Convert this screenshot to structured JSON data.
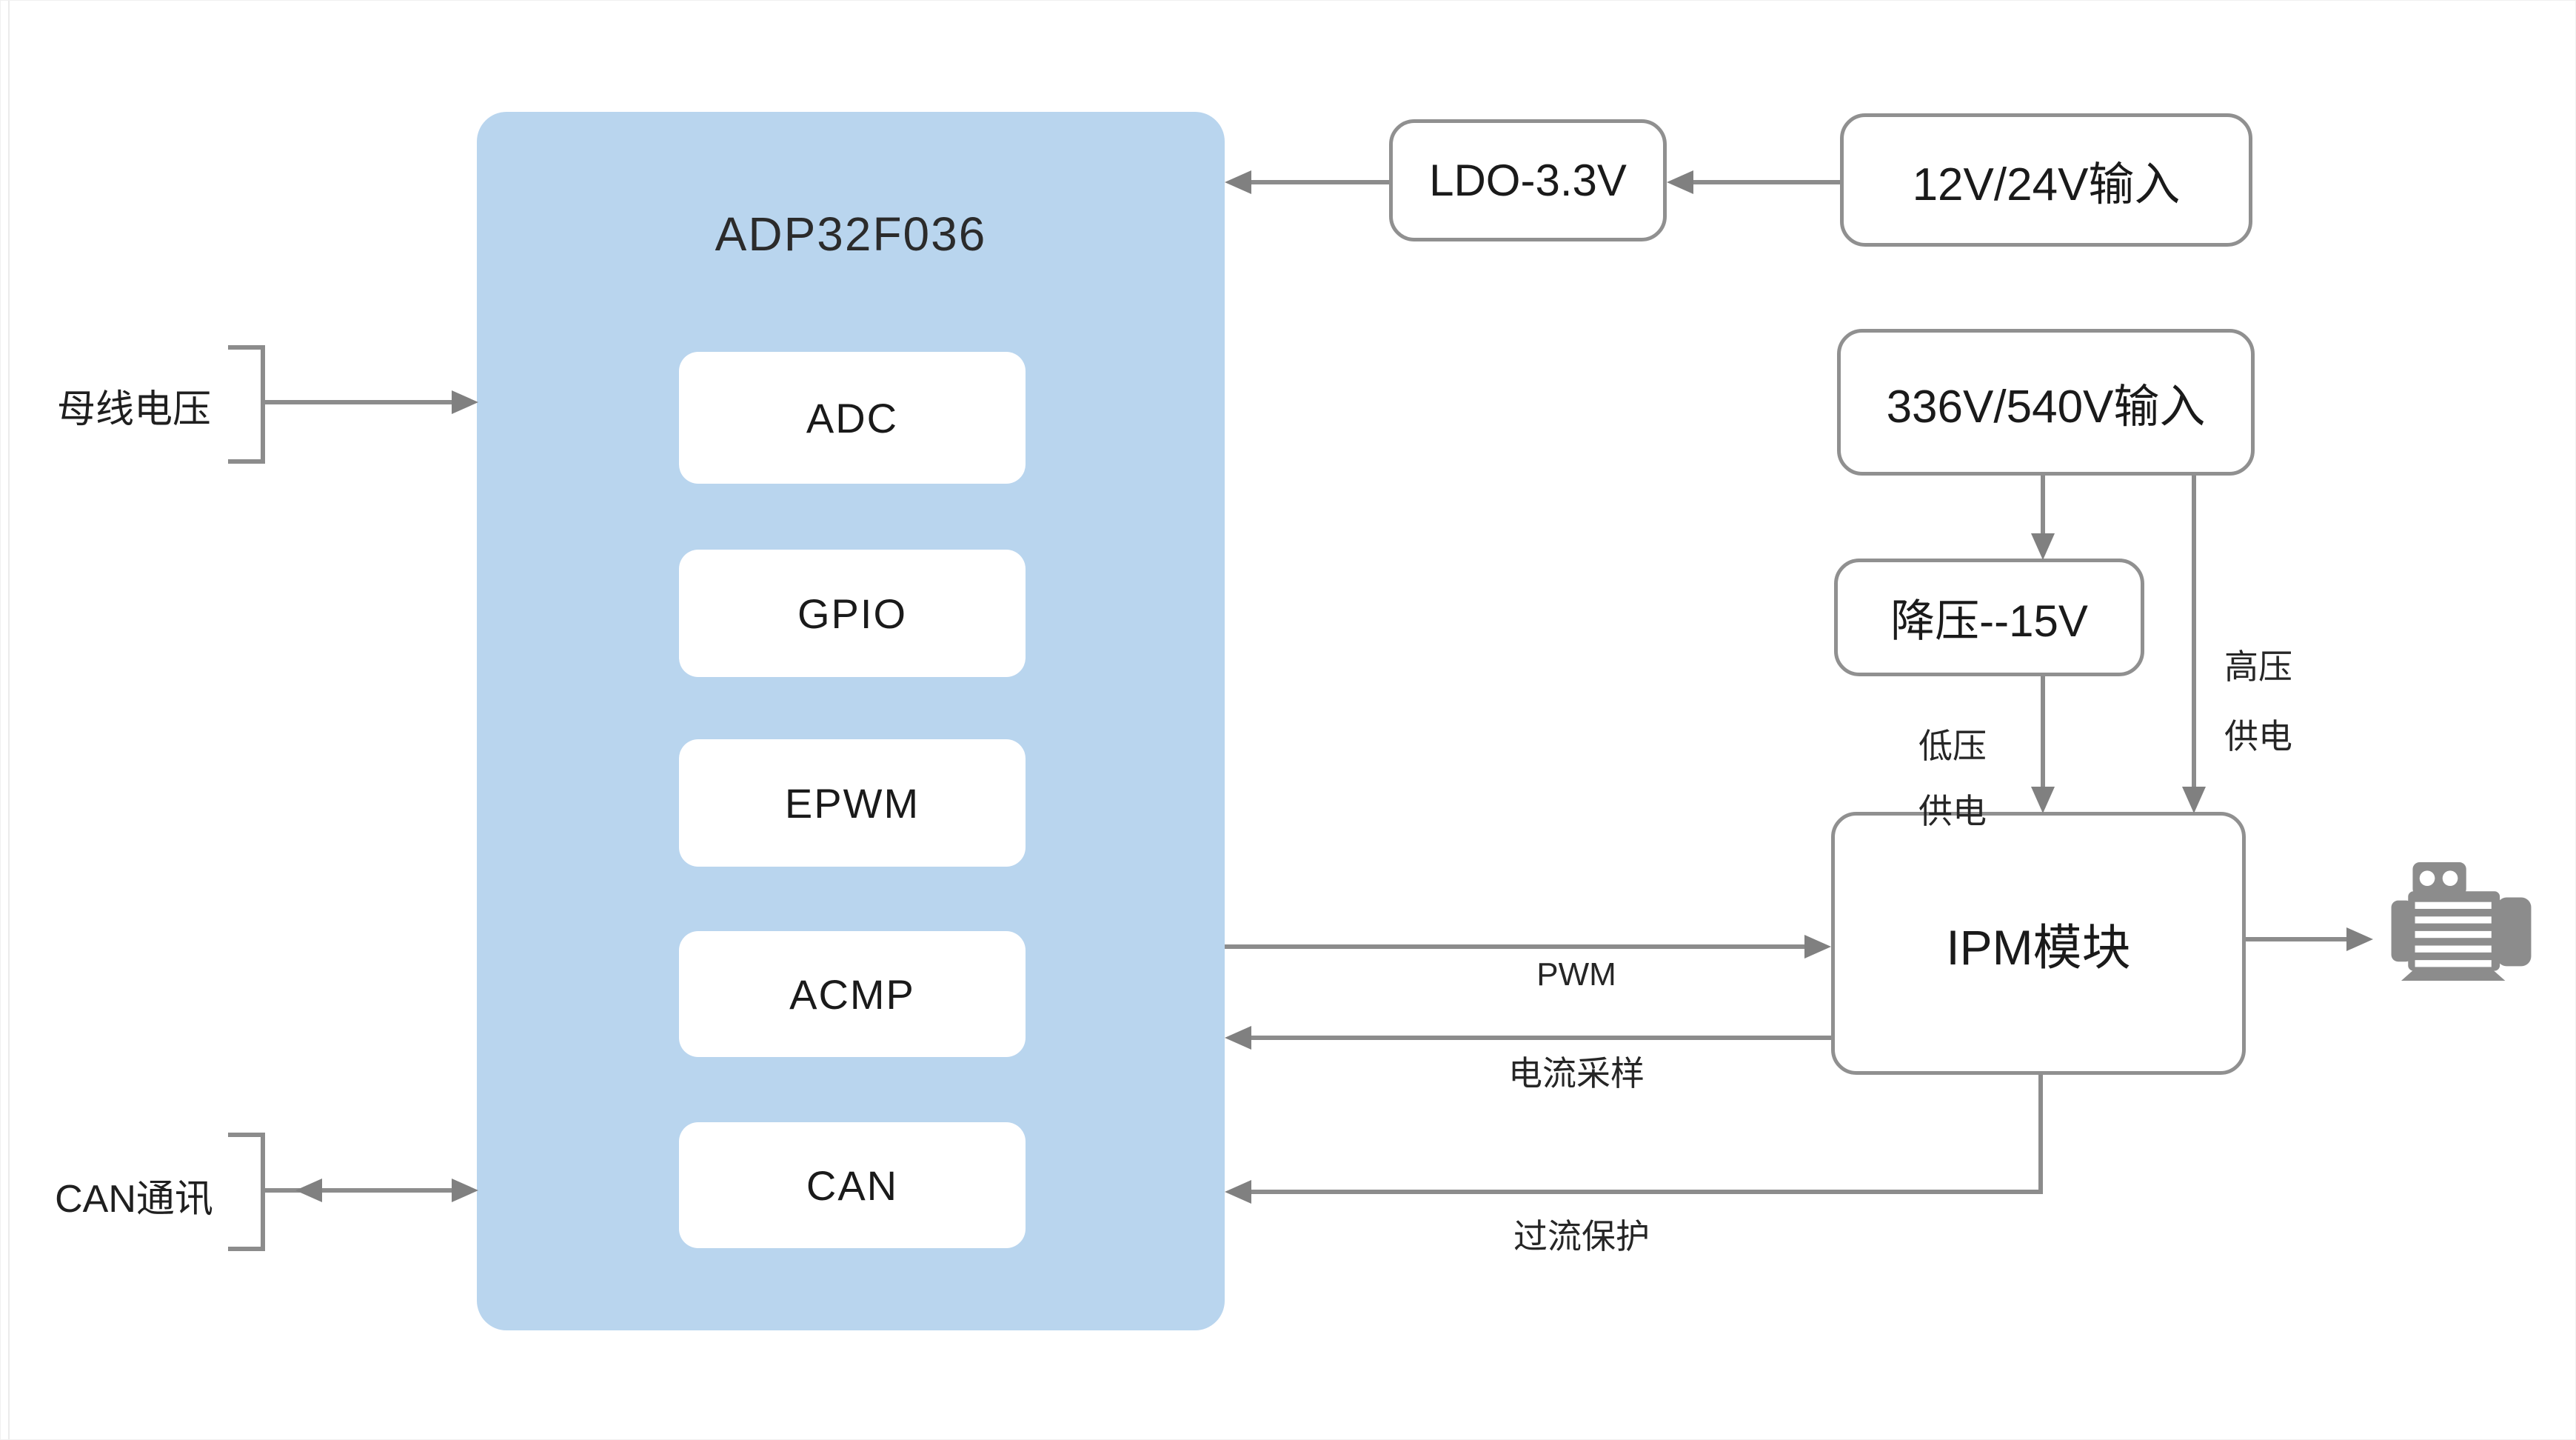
{
  "mcu": {
    "title": "ADP32F036",
    "peripherals": [
      {
        "label": "ADC"
      },
      {
        "label": "GPIO"
      },
      {
        "label": "EPWM"
      },
      {
        "label": "ACMP"
      },
      {
        "label": "CAN"
      }
    ]
  },
  "power": {
    "ldo": "LDO-3.3V",
    "dc_input": "12V/24V输入",
    "hv_input": "336V/540V输入",
    "buck": "降压--15V"
  },
  "ipm": {
    "label": "IPM模块"
  },
  "signals": {
    "bus_voltage": "母线电压",
    "can_comm": "CAN通讯",
    "pwm": "PWM",
    "current_sampling": "电流采样",
    "overcurrent_protection": "过流保护",
    "low_voltage_supply": "低压\n供电",
    "high_voltage_supply": "高压\n供电"
  },
  "icons": {
    "motor": "motor-icon"
  },
  "colors": {
    "mcu_fill": "#B9D5EE",
    "line_gray": "#8C8C8C",
    "arrowhead_gray": "#808080",
    "box_border_gray": "#909090",
    "text_dark": "#1F1F1F"
  }
}
